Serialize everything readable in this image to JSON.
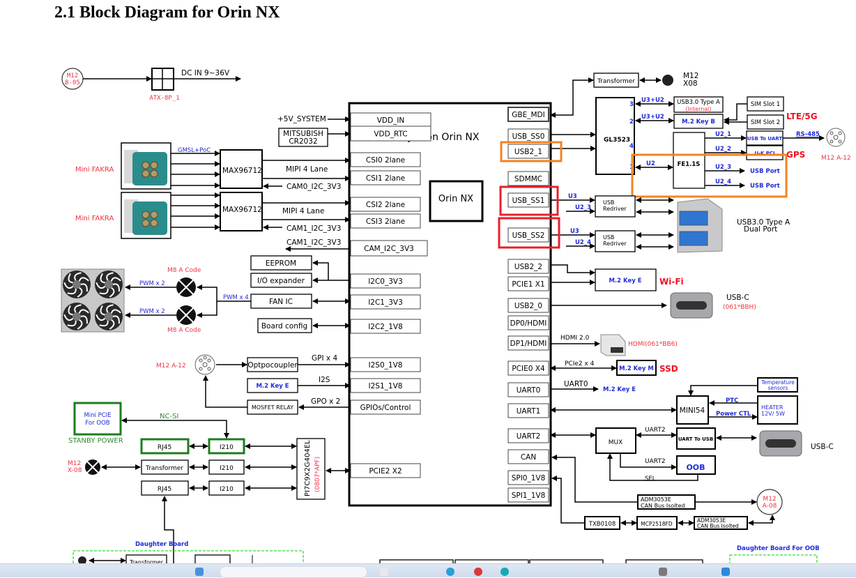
{
  "heading": "2.1   Block Diagram for Orin NX",
  "power": {
    "connector": "M12 B-05",
    "connector_l1": "M12",
    "connector_l2": "B-05",
    "atx_label": "ATX-8P_1",
    "dc_in": "DC IN 9~36V"
  },
  "soc": {
    "title": "Jetson Orin NX",
    "core": "Orin NX",
    "left_pins": [
      "VDD_IN",
      "VDD_RTC",
      "CSI0 2lane",
      "CSI1 2lane",
      "CSI2 2lane",
      "CSI3 2lane",
      "CAM_I2C_3V3",
      "I2C0_3V3",
      "I2C1_3V3",
      "I2C2_1V8",
      "I2S0_1V8",
      "I2S1_1V8",
      "GPIOs/Control",
      "PCIE2 X2"
    ],
    "right_pins": [
      "GBE_MDI",
      "USB_SS0",
      "USB2_1",
      "SDMMC",
      "USB_SS1",
      "USB_SS2",
      "USB2_2",
      "PCIE1 X1",
      "USB2_0",
      "DP0/HDMI",
      "DP1/HDMI",
      "PCIE0 X4",
      "UART0",
      "UART1",
      "UART2",
      "CAN",
      "SPI0_1V8",
      "SPI1_1V8"
    ]
  },
  "left": {
    "v5_system": "+5V_SYSTEM",
    "rtc_l1": "MITSUBISH",
    "rtc_l2": "CR2032",
    "fakra_label": "Mini FAKRA",
    "gmsl": "GMSL+PoC",
    "deser": "MAX96712",
    "mipi": "MIPI 4 Lane",
    "cam0_i2c": "CAM0_I2C_3V3",
    "cam1_i2c": "CAM1_I2C_3V3",
    "eeprom": "EEPROM",
    "io_exp": "I/O expander",
    "fan_ic": "FAN IC",
    "board_cfg": "Board config",
    "m8": "M8  A Code",
    "pwm2": "PWM x 2",
    "pwm4": "PWM x 4",
    "m12a12": "M12 A-12",
    "opto": "Optpocoupler",
    "gpi": "GPI x 4",
    "m2e": "M.2 Key E",
    "i2s": "I2S",
    "mosfet": "MOSFET RELAY",
    "gpo": "GPO x 2",
    "minipcie_l1": "Mini PCIE",
    "minipcie_l2": "For OOB",
    "ncsi": "NC-SI",
    "standby": "STANBY POWER",
    "rj45": "RJ45",
    "i210": "I210",
    "transformer": "Transformer",
    "m12x08_l1": "M12",
    "m12x08_l2": "X-08",
    "pcie_sw": "PI7C9X2G404EL",
    "pcie_sw_sub": "(0807*APF)",
    "daughter": "Daughter Board"
  },
  "right": {
    "transformer": "Transformer",
    "m12x08_l1": "M12",
    "m12x08_l2": "X08",
    "hub": "GL3523",
    "hub_ports": [
      "3",
      "2",
      "4",
      "1"
    ],
    "u3u2": "U3+U2",
    "usb30_internal_l1": "USB3.0  Type A",
    "usb30_internal_l2": "(Internal)",
    "m2b": "M.2 Key B",
    "sim1": "SIM Slot 1",
    "sim2": "SIM Slot 2",
    "lte": "LTE/5G",
    "u2": "U2",
    "fe": "FE1.1S",
    "u2_1": "U2_1",
    "u2_2": "U2_2",
    "u2_3": "U2_3",
    "u2_4": "U2_4",
    "usb_uart": "USB To UART",
    "gps_box": "U-K PCI",
    "gps": "GPS",
    "rs485": "RS-485",
    "m12a12": "M12 A-12",
    "usb_port": "USB Port",
    "u3": "U3",
    "redriver_l1": "USB",
    "redriver_l2": "Redriver",
    "usb30_dual_l1": "USB3.0  Type A",
    "usb30_dual_l2": "Dual Port",
    "m2e": "M.2 Key E",
    "wifi": "Wi-Fi",
    "usbc": "USB-C",
    "usbc_sub": "(061*BBH)",
    "hdmi20": "HDMI 2.0",
    "hdmi_conn": "HDMI(061*BB6)",
    "pcie2x4": "PCIe2 x 4",
    "m2m": "M.2 Key M",
    "ssd": "SSD",
    "uart0": "UART0",
    "temp_l1": "Temperature",
    "temp_l2": "sensors",
    "mini54": "MINI54",
    "ptc": "PTC",
    "power_ctl": "Power CTL",
    "heater_l1": "HEATER",
    "heater_l2": "12V/ 5W",
    "mux": "MUX",
    "uart2": "UART2",
    "uart_usb": "UART To USB",
    "oob": "OOB",
    "sel": "SEL",
    "adm_l1": "ADM3053E",
    "adm_l2": "CAN Bus Isolted",
    "m12a08_l1": "M12",
    "m12a08_l2": "A-08",
    "txb": "TXB0108",
    "mcp": "MCP2518FD",
    "daughter_oob": "Daughter Board For OOB"
  },
  "colors": {
    "highlight_orange": "#f58220",
    "highlight_red": "#e8202a",
    "highlight_green": "#1e7d1e",
    "label_blue": "#1f2bd6",
    "label_red": "#ee3344",
    "dashed_green": "#33dd33"
  }
}
